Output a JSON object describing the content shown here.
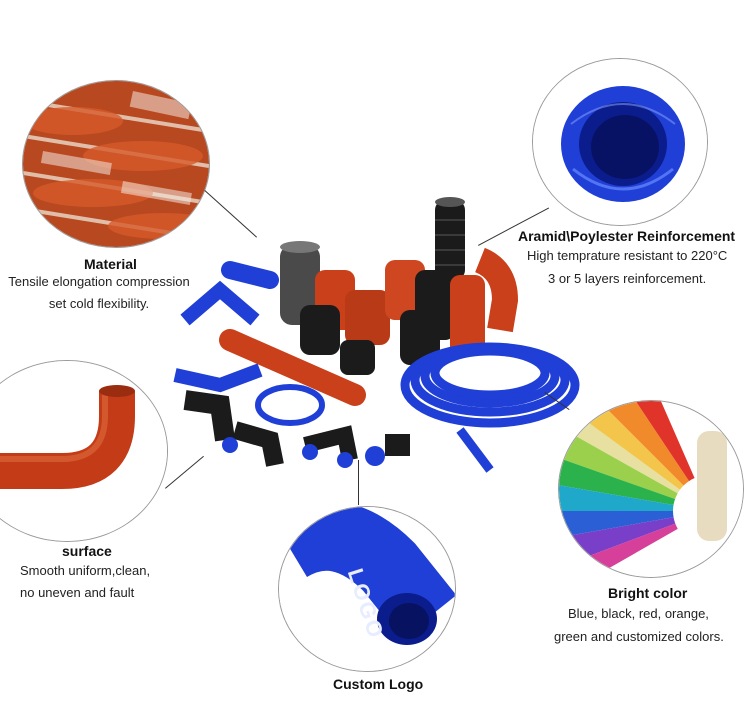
{
  "material": {
    "title": "Material",
    "lines": [
      "Tensile elongation compression",
      "set cold flexibility."
    ]
  },
  "reinforcement": {
    "title": "Aramid\\Poylester Reinforcement",
    "lines": [
      "High temprature resistant to 220°C",
      "3 or 5 layers reinforcement."
    ]
  },
  "surface": {
    "title": "surface",
    "lines": [
      "Smooth uniform,clean,",
      "no uneven and fault"
    ]
  },
  "bright": {
    "title": "Bright color",
    "lines": [
      "Blue, black, red, orange,",
      "green and customized colors."
    ]
  },
  "logo": {
    "title": "Custom Logo",
    "hose_text": "LOGO"
  },
  "colors": {
    "blue": "#1f3fd6",
    "red_orange": "#c9401a",
    "black": "#1b1b1b"
  }
}
